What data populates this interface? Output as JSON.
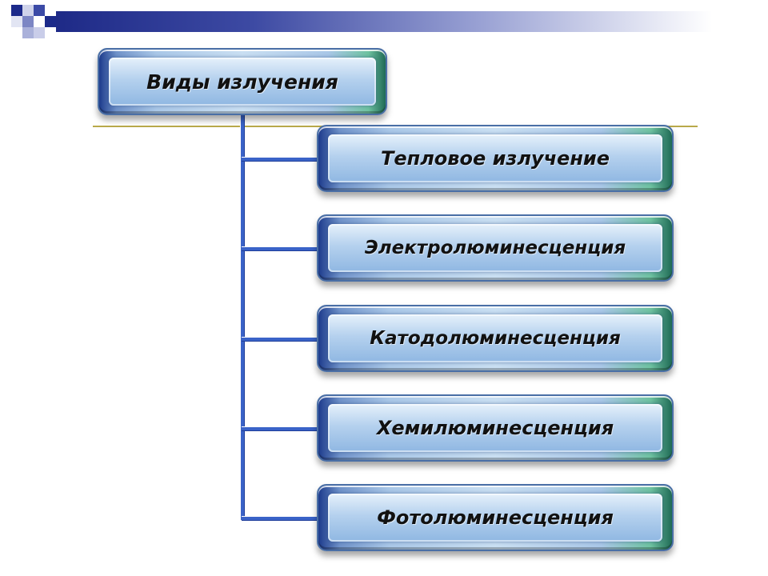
{
  "diagram": {
    "root": {
      "label": "Виды излучения"
    },
    "children": [
      {
        "label": "Тепловое излучение"
      },
      {
        "label": "Электролюминесценция"
      },
      {
        "label": "Катодолюминесценция"
      },
      {
        "label": "Хемилюминесценция"
      },
      {
        "label": "Фотолюминесценция"
      }
    ]
  },
  "colors": {
    "header_bar": "#1e2a87",
    "connector": "#3a63c8",
    "rule": "#b9a94a"
  }
}
